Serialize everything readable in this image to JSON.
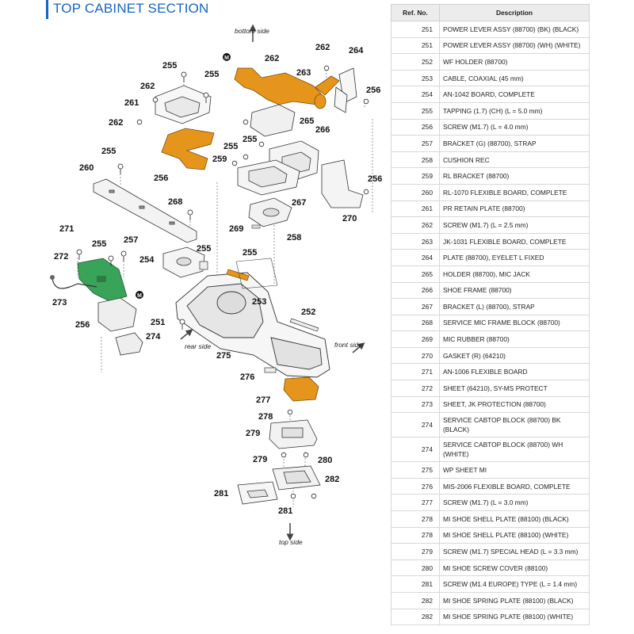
{
  "header": {
    "title": "TOP CABINET SECTION"
  },
  "diagram": {
    "directions": {
      "bottom": "bottom side",
      "rear": "rear side",
      "front": "front side",
      "top": "top side"
    },
    "markers": {
      "m1": "M",
      "m2": "M"
    },
    "callouts": [
      "262",
      "264",
      "262",
      "263",
      "255",
      "255",
      "256",
      "262",
      "261",
      "265",
      "262",
      "266",
      "255",
      "255",
      "255",
      "259",
      "260",
      "256",
      "256",
      "268",
      "267",
      "270",
      "269",
      "258",
      "255",
      "271",
      "255",
      "255",
      "257",
      "254",
      "272",
      "253",
      "273",
      "252",
      "256",
      "251",
      "274",
      "275",
      "276",
      "277",
      "278",
      "279",
      "279",
      "280",
      "282",
      "281",
      "281"
    ]
  },
  "table": {
    "headers": {
      "ref": "Ref. No.",
      "desc": "Description"
    },
    "rows": [
      {
        "ref": "251",
        "desc": "POWER LEVER ASSY (88700) (BK) (BLACK)"
      },
      {
        "ref": "251",
        "desc": "POWER LEVER ASSY (88700) (WH) (WHITE)"
      },
      {
        "ref": "252",
        "desc": "WF HOLDER (88700)"
      },
      {
        "ref": "253",
        "desc": "CABLE, COAXIAL (45 mm)"
      },
      {
        "ref": "254",
        "desc": "AN-1042 BOARD, COMPLETE"
      },
      {
        "ref": "255",
        "desc": "TAPPING (1.7) (CH) (L = 5.0 mm)"
      },
      {
        "ref": "256",
        "desc": "SCREW (M1.7) (L = 4.0 mm)"
      },
      {
        "ref": "257",
        "desc": "BRACKET (G) (88700), STRAP"
      },
      {
        "ref": "258",
        "desc": "CUSHION REC"
      },
      {
        "ref": "259",
        "desc": "RL BRACKET (88700)"
      },
      {
        "ref": "260",
        "desc": "RL-1070 FLEXIBLE BOARD, COMPLETE"
      },
      {
        "ref": "261",
        "desc": "PR RETAIN PLATE (88700)"
      },
      {
        "ref": "262",
        "desc": "SCREW (M1.7) (L = 2.5 mm)"
      },
      {
        "ref": "263",
        "desc": "JK-1031 FLEXIBLE BOARD, COMPLETE"
      },
      {
        "ref": "264",
        "desc": "PLATE (88700), EYELET L FIXED"
      },
      {
        "ref": "265",
        "desc": "HOLDER (88700), MIC JACK"
      },
      {
        "ref": "266",
        "desc": "SHOE FRAME (88700)"
      },
      {
        "ref": "267",
        "desc": "BRACKET (L) (88700), STRAP"
      },
      {
        "ref": "268",
        "desc": "SERVICE MIC FRAME BLOCK (88700)"
      },
      {
        "ref": "269",
        "desc": "MIC RUBBER (88700)"
      },
      {
        "ref": "270",
        "desc": "GASKET (R) (64210)"
      },
      {
        "ref": "271",
        "desc": "AN-1006 FLEXIBLE BOARD"
      },
      {
        "ref": "272",
        "desc": "SHEET (64210), SY-MS PROTECT"
      },
      {
        "ref": "273",
        "desc": "SHEET, JK PROTECTION (88700)"
      },
      {
        "ref": "274",
        "desc": "SERVICE CABTOP BLOCK (88700) BK (BLACK)",
        "tall": true
      },
      {
        "ref": "274",
        "desc": "SERVICE CABTOP BLOCK (88700) WH (WHITE)",
        "tall": true
      },
      {
        "ref": "275",
        "desc": "WP SHEET MI"
      },
      {
        "ref": "276",
        "desc": "MIS-2006 FLEXIBLE BOARD, COMPLETE"
      },
      {
        "ref": "277",
        "desc": "SCREW (M1.7) (L = 3.0 mm)"
      },
      {
        "ref": "278",
        "desc": "MI SHOE SHELL PLATE (88100) (BLACK)"
      },
      {
        "ref": "278",
        "desc": "MI SHOE SHELL PLATE (88100) (WHITE)"
      },
      {
        "ref": "279",
        "desc": "SCREW (M1.7) SPECIAL HEAD (L = 3.3 mm)"
      },
      {
        "ref": "280",
        "desc": "MI SHOE SCREW COVER (88100)"
      },
      {
        "ref": "281",
        "desc": "SCREW (M1.4 EUROPE) TYPE (L = 1.4 mm)"
      },
      {
        "ref": "282",
        "desc": "MI SHOE SPRING PLATE (88100) (BLACK)"
      },
      {
        "ref": "282",
        "desc": "MI SHOE SPRING PLATE (88100) (WHITE)"
      }
    ]
  },
  "colors": {
    "accent": "#1565c0",
    "flex_board": "#e6951c",
    "pcb": "#3aa35a"
  }
}
